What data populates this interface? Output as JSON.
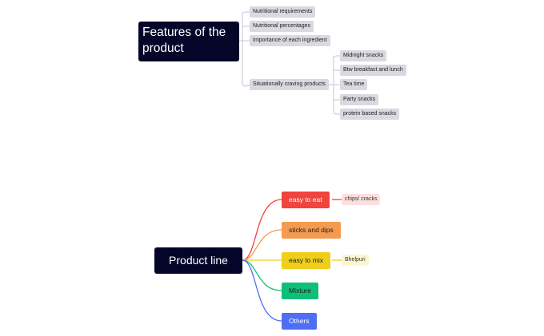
{
  "features": {
    "title": "Features of the product",
    "items": [
      "Nutritional requirements",
      "Nutritional percentages",
      "Importance of each ingredient",
      "Situationally craving products"
    ],
    "craving_items": [
      "Midnight snacks",
      "Btw breakfast and lunch",
      "Tea time",
      "Party snacks",
      "protein based snacks"
    ],
    "line_color": "#c5c5d0",
    "chip_color": "#d9d9e1"
  },
  "product_line": {
    "title": "Product line",
    "categories": [
      {
        "label": "easy to eat",
        "color": "#f0443d",
        "text_color": "#ffffff",
        "leaf": "chips/ cracks",
        "leaf_bg": "#fde0de"
      },
      {
        "label": "sticks and dips",
        "color": "#f59b4f",
        "text_color": "#222222"
      },
      {
        "label": "easy to mix",
        "color": "#efcf1b",
        "text_color": "#222222",
        "leaf": "Bhelpuri",
        "leaf_bg": "#fdf5cf"
      },
      {
        "label": "Mixture",
        "color": "#0fbf78",
        "text_color": "#222222"
      },
      {
        "label": "Others",
        "color": "#4f6ef5",
        "text_color": "#ffffff"
      }
    ]
  }
}
